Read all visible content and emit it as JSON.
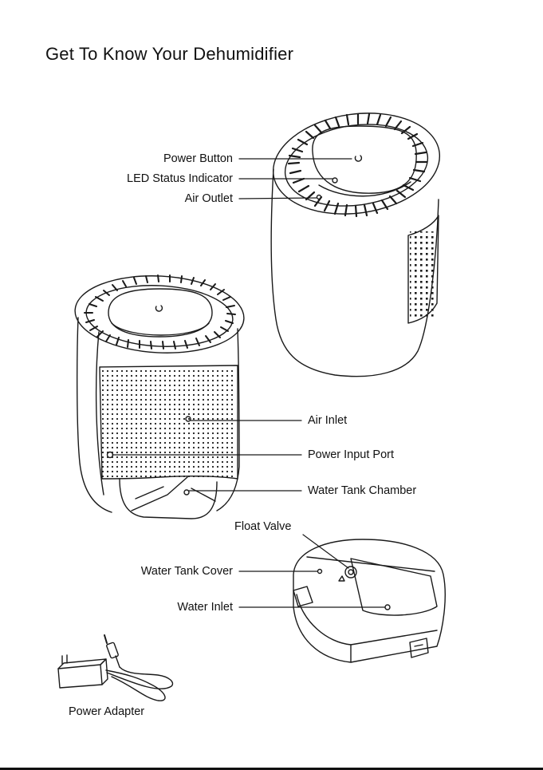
{
  "title": "Get To Know Your Dehumidifier",
  "labels": {
    "power_button": "Power Button",
    "led_status_indicator": "LED Status Indicator",
    "air_outlet": "Air Outlet",
    "air_inlet": "Air Inlet",
    "power_input_port": "Power Input Port",
    "water_tank_chamber": "Water Tank Chamber",
    "float_valve": "Float Valve",
    "water_tank_cover": "Water Tank Cover",
    "water_inlet": "Water Inlet",
    "power_adapter": "Power Adapter"
  },
  "colors": {
    "line": "#1a1a1a",
    "background": "#ffffff"
  }
}
